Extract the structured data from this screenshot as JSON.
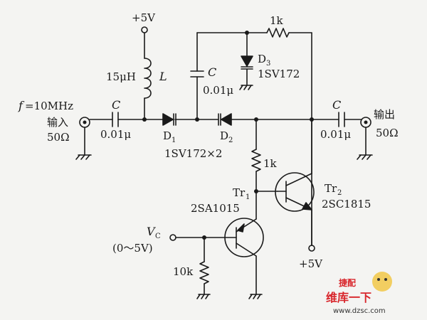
{
  "labels": {
    "vcc_top": "+5V",
    "vcc_bottom": "+5V",
    "inductor_value": "15μH",
    "inductor_symbol": "L",
    "cap_symbol": "C",
    "cap_value": "0.01μ",
    "resistor_feedback": "1k",
    "resistor_mid": "1k",
    "resistor_bias": "10k",
    "d1": "D",
    "d1_sub": "1",
    "d2": "D",
    "d2_sub": "2",
    "d3": "D",
    "d3_sub": "3",
    "d3_part": "1SV172",
    "d12_part": "1SV172×2",
    "freq_f": "f",
    "freq_value": "=10MHz",
    "input_label": "输入",
    "input_impedance": "50Ω",
    "output_label": "输出",
    "output_impedance": "50Ω",
    "tr1": "Tr",
    "tr1_sub": "1",
    "tr1_part": "2SA1015",
    "tr2": "Tr",
    "tr2_sub": "2",
    "tr2_part": "2SC1815",
    "vc": "V",
    "vc_sub": "C",
    "vc_range": "(0～5V)"
  },
  "watermark": {
    "brand": "维库一下",
    "site": "www.dzsc.com",
    "badge": "捷配"
  }
}
